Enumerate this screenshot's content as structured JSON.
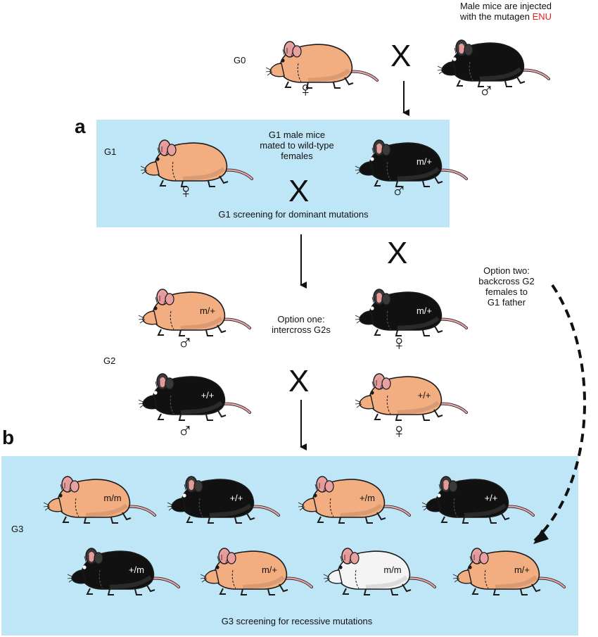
{
  "colors": {
    "panel": "#bfe6f7",
    "brown": "#f2ad80",
    "black": "#111111",
    "white": "#f4f4f4",
    "accent_red": "#e02020"
  },
  "panel_letters": {
    "a": "a",
    "b": "b"
  },
  "generations": {
    "g0": "G0",
    "g1": "G1",
    "g2": "G2",
    "g3": "G3"
  },
  "symbols": {
    "cross": "X",
    "female": "♀",
    "male": "♂"
  },
  "notes": {
    "enu_line1": "Male mice are injected",
    "enu_line2_prefix": "with the mutagen",
    "enu_word": "ENU",
    "g1_line1": "G1 male mice",
    "g1_line2": "mated to wild-type",
    "g1_line3": "females",
    "g1_screen": "G1 screening for dominant mutations",
    "opt1_line1": "Option one:",
    "opt1_line2": "intercross G2s",
    "opt2_line1": "Option two:",
    "opt2_line2": "backcross G2",
    "opt2_line3": "females to",
    "opt2_line4": "G1 father",
    "g3_screen": "G3 screening for recessive mutations"
  },
  "mice": {
    "g0_female": {
      "color": "brown",
      "genotype": ""
    },
    "g0_male": {
      "color": "black",
      "genotype": ""
    },
    "g1_female": {
      "color": "brown",
      "genotype": ""
    },
    "g1_male": {
      "color": "black",
      "genotype": "m/+"
    },
    "g2_male_1": {
      "color": "brown",
      "genotype": "m/+"
    },
    "g2_female_1": {
      "color": "black",
      "genotype": "m/+"
    },
    "g2_male_2": {
      "color": "black",
      "genotype": "+/+"
    },
    "g2_female_2": {
      "color": "brown",
      "genotype": "+/+"
    },
    "g3_row1": [
      {
        "color": "brown",
        "genotype": "m/m"
      },
      {
        "color": "black",
        "genotype": "+/+"
      },
      {
        "color": "brown",
        "genotype": "+/m"
      },
      {
        "color": "black",
        "genotype": "+/+"
      }
    ],
    "g3_row2": [
      {
        "color": "black",
        "genotype": "+/m"
      },
      {
        "color": "brown",
        "genotype": "m/+"
      },
      {
        "color": "white",
        "genotype": "m/m"
      },
      {
        "color": "brown",
        "genotype": "m/+"
      }
    ]
  }
}
